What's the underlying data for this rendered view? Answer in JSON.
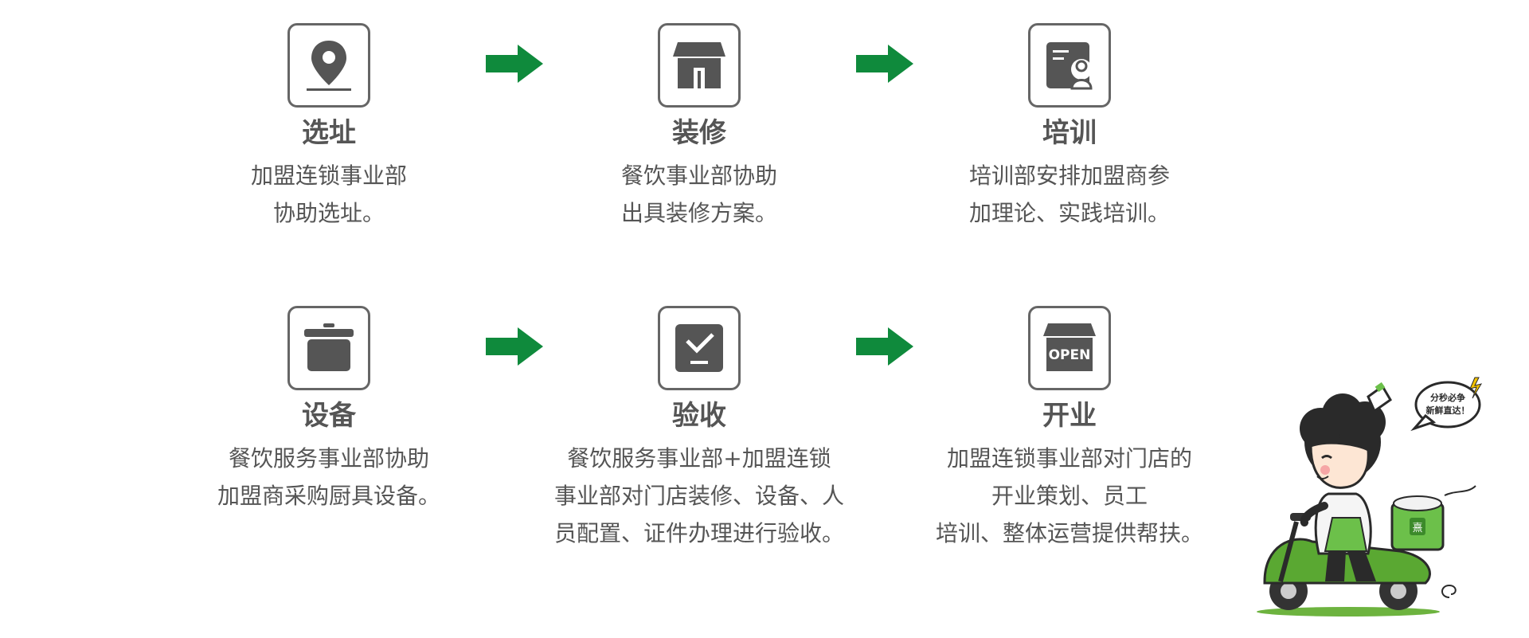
{
  "colors": {
    "accent_green": "#0f8a3c",
    "icon_gray": "#555555",
    "text_gray": "#555555"
  },
  "steps": [
    {
      "icon": "location-pin-icon",
      "title": "选址",
      "lines": [
        "加盟连锁事业部",
        "协助选址。"
      ]
    },
    {
      "icon": "storefront-icon",
      "title": "装修",
      "lines": [
        "餐饮事业部协助",
        "出具装修方案。"
      ]
    },
    {
      "icon": "training-document-icon",
      "title": "培训",
      "lines": [
        "培训部安排加盟商参",
        "加理论、实践培训。"
      ]
    },
    {
      "icon": "cooking-pot-icon",
      "title": "设备",
      "lines": [
        "餐饮服务事业部协助",
        "加盟商采购厨具设备。"
      ]
    },
    {
      "icon": "checkmark-tray-icon",
      "title": "验收",
      "lines": [
        "餐饮服务事业部+加盟连锁",
        "事业部对门店装修、设备、人",
        "员配置、证件办理进行验收。"
      ]
    },
    {
      "icon": "open-sign-icon",
      "title": "开业",
      "lines": [
        "加盟连锁事业部对门店的",
        "开业策划、员工",
        "培训、整体运营提供帮扶。"
      ]
    }
  ],
  "mascot": {
    "speech_line1": "分秒必争",
    "speech_line2": "新鲜直达！",
    "box_label": "熹"
  }
}
